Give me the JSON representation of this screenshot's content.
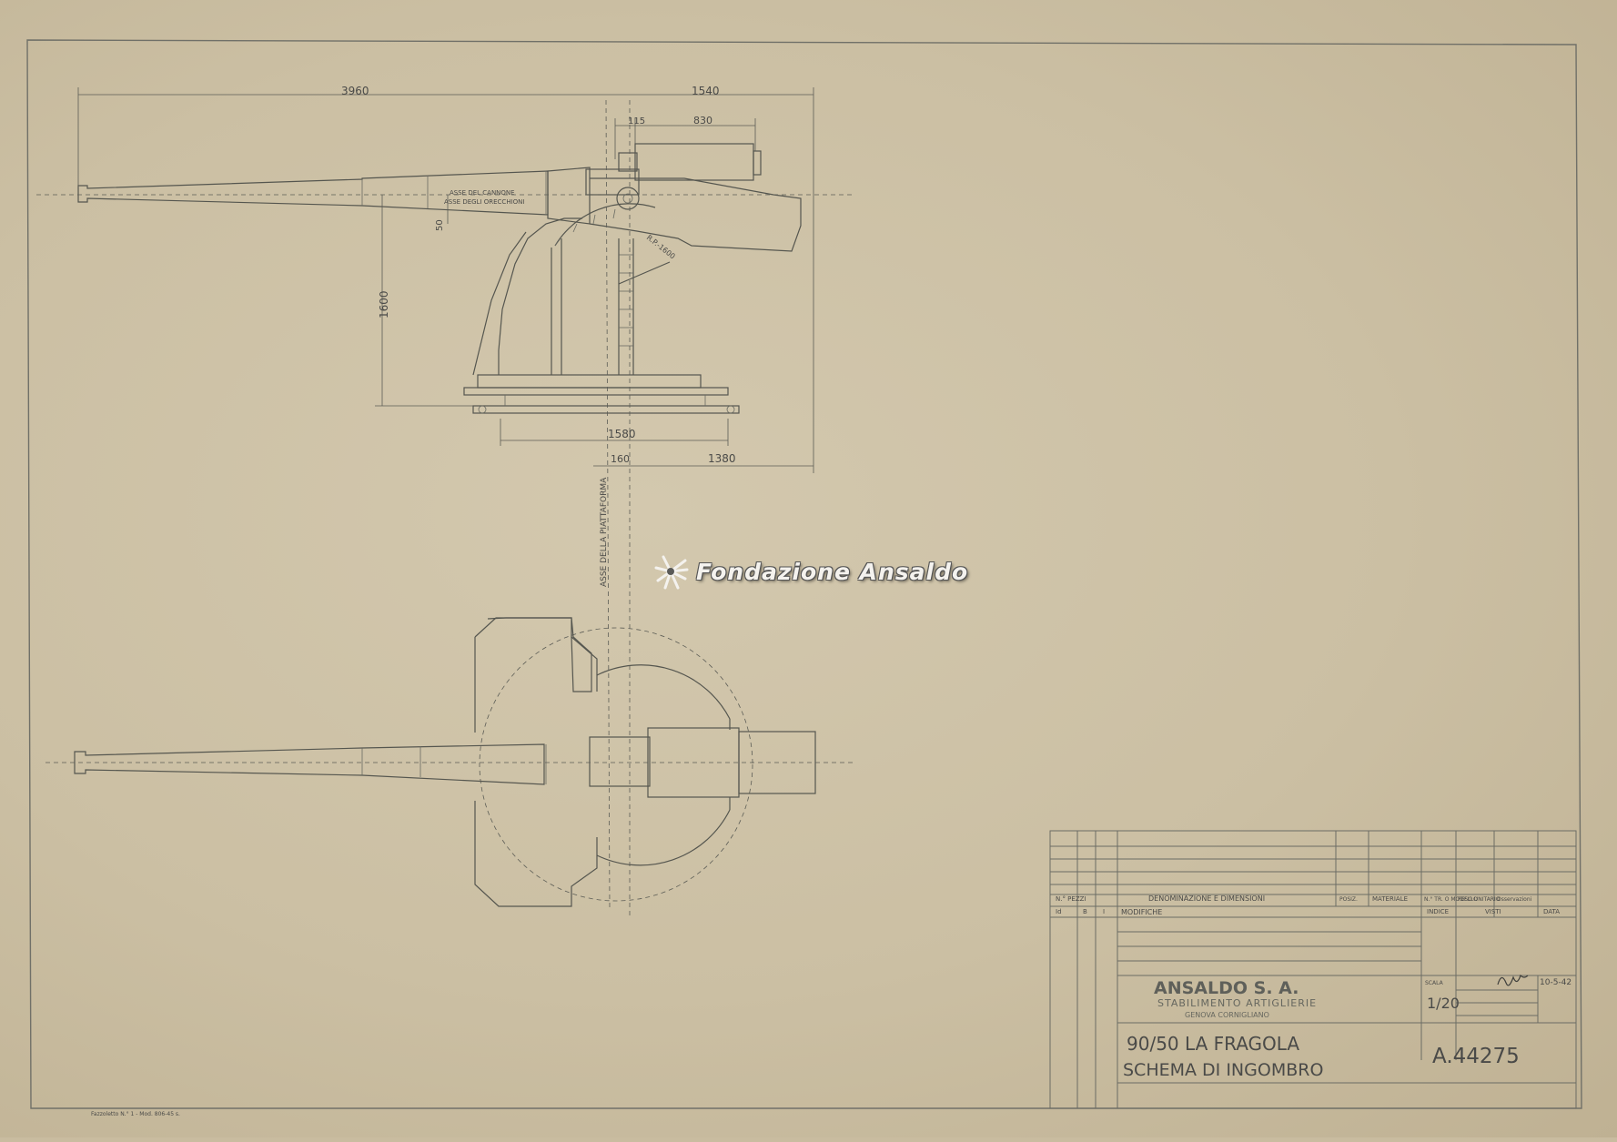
{
  "dimensions": {
    "overall_barrel": "3960",
    "overall_rear": "1540",
    "rear_115": "115",
    "rear_830": "830",
    "height_1600": "1600",
    "offset_50": "50",
    "base_1580": "1580",
    "platform_160": "160",
    "platform_1380": "1380"
  },
  "annotations": {
    "axis_cannon": "ASSE DEL CANNONE",
    "axis_trunnions": "ASSE DEGLI ORECCHIONI",
    "axis_platform": "ASSE DELLA PIATTAFORMA",
    "radius": "R.P.-1600"
  },
  "watermark": {
    "text": "Fondazione Ansaldo"
  },
  "title_block": {
    "col_headers": [
      "N.° PEZZI",
      "DENOMINAZIONE E DIMENSIONI",
      "POSIZ.",
      "MATERIALE",
      "N.° TR. O MODELLO",
      "PESO UNITARIO",
      "Osservazioni"
    ],
    "row_labels": [
      "Id",
      "B",
      "I"
    ],
    "modifiche": "MODIFICHE",
    "indice": "INDICE",
    "visti": "VISTI",
    "data_label": "DATA",
    "company": "ANSALDO S. A.",
    "department": "STABILIMENTO ARTIGLIERIE",
    "location": "GENOVA CORNIGLIANO",
    "scale_label": "SCALA",
    "scale_value": "1/20",
    "signature_date": "10-5-42",
    "title_line1": "90/50 LA FRAGOLA",
    "title_line2": "SCHEMA DI INGOMBRO",
    "drawing_number": "A.44275",
    "footer_note": "Fazzoletto N.° 1 - Mod. 806-45 s."
  }
}
